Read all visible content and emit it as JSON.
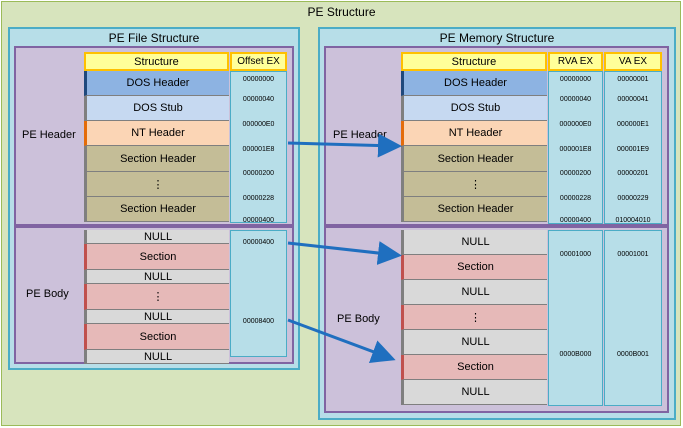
{
  "title": "PE Structure",
  "file": {
    "title": "PE File Structure",
    "col_structure": "Structure",
    "col_offset": "Offset EX",
    "header_label": "PE Header",
    "body_label": "PE Body",
    "header_rows": [
      "DOS Header",
      "DOS Stub",
      "NT Header",
      "Section Header",
      "⋮",
      "Section Header"
    ],
    "body_rows": [
      "NULL",
      "Section",
      "NULL",
      "⋮",
      "NULL",
      "Section",
      "NULL"
    ],
    "offsets_header": [
      "00000000",
      "00000040",
      "000000E0",
      "000001E8",
      "00000200",
      "00000228",
      "00000400"
    ],
    "offsets_body": [
      "00000400",
      "00008400"
    ]
  },
  "memory": {
    "title": "PE Memory Structure",
    "col_structure": "Structure",
    "col_rva": "RVA EX",
    "col_va": "VA EX",
    "header_label": "PE Header",
    "body_label": "PE Body",
    "header_rows": [
      "DOS Header",
      "DOS Stub",
      "NT Header",
      "Section Header",
      "⋮",
      "Section Header"
    ],
    "body_rows": [
      "NULL",
      "Section",
      "NULL",
      "⋮",
      "NULL",
      "Section",
      "NULL"
    ],
    "rva_header": [
      "00000000",
      "00000040",
      "000000E0",
      "000001E8",
      "00000200",
      "00000228",
      "00000400"
    ],
    "va_header": [
      "00000001",
      "00000041",
      "000000E1",
      "000001E9",
      "00000201",
      "00000229",
      "010004010"
    ],
    "rva_body": [
      "00001000",
      "0000B000"
    ],
    "va_body": [
      "00001001",
      "0000B001"
    ]
  },
  "colors": {
    "arrow": "#1f6fbf",
    "panel": "#b7dee8",
    "region": "#ccc1da",
    "outer": "#d7e4bd"
  }
}
